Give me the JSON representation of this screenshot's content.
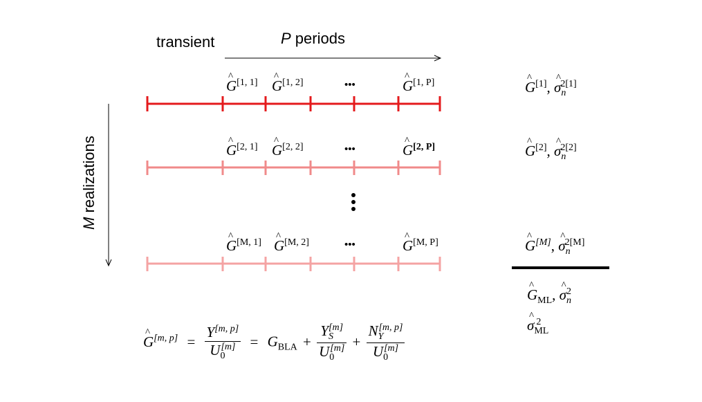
{
  "labels": {
    "transient": "transient",
    "periods_var": "P",
    "periods_word": " periods",
    "realizations_var": "M",
    "realizations_word": " realizations",
    "ellipsis": "•••"
  },
  "rows": [
    {
      "color": "#e41a1c",
      "estimates": [
        {
          "sup": "[1, 1]"
        },
        {
          "sup": "[1, 2]"
        },
        {
          "sup": "[1, P]"
        }
      ],
      "summary": {
        "g_sup": "[1]",
        "s_sup": "2[1]",
        "s_sub": "n"
      }
    },
    {
      "color": "#f08a8a",
      "estimates": [
        {
          "sup": "[2, 1]"
        },
        {
          "sup": "[2, 2]"
        },
        {
          "sup": "[2, P]"
        }
      ],
      "summary": {
        "g_sup": "[2]",
        "s_sup": "2[2]",
        "s_sub": "n"
      }
    },
    {
      "color": "#f4a3a3",
      "estimates": [
        {
          "sup": "[M, 1]"
        },
        {
          "sup": "[M, 2]"
        },
        {
          "sup": "[M, P]"
        }
      ],
      "summary": {
        "g_sup": "[M]",
        "s_sup": "2[M]",
        "s_sub": "n"
      }
    }
  ],
  "totals": {
    "g_sub": "ML",
    "s_sup": "2",
    "s_sub": "n",
    "s2_sup": "2",
    "s2_sub": "ML"
  },
  "formula": {
    "lhs_sup": "[m, p]",
    "eq": "=",
    "f1_num": "Y",
    "f1_num_sup": "[m, p]",
    "f1_den": "U",
    "f1_den_sub": "0",
    "f1_den_sup": "[m]",
    "g_bla": "G",
    "g_bla_sub": "BLA",
    "plus": "+",
    "f2_num": "Y",
    "f2_num_sub": "S",
    "f2_num_sup": "[m]",
    "f3_num": "N",
    "f3_num_sub": "Y",
    "f3_num_sup": "[m, p]"
  },
  "symbols": {
    "G": "G",
    "sigma": "σ",
    "comma": ","
  }
}
